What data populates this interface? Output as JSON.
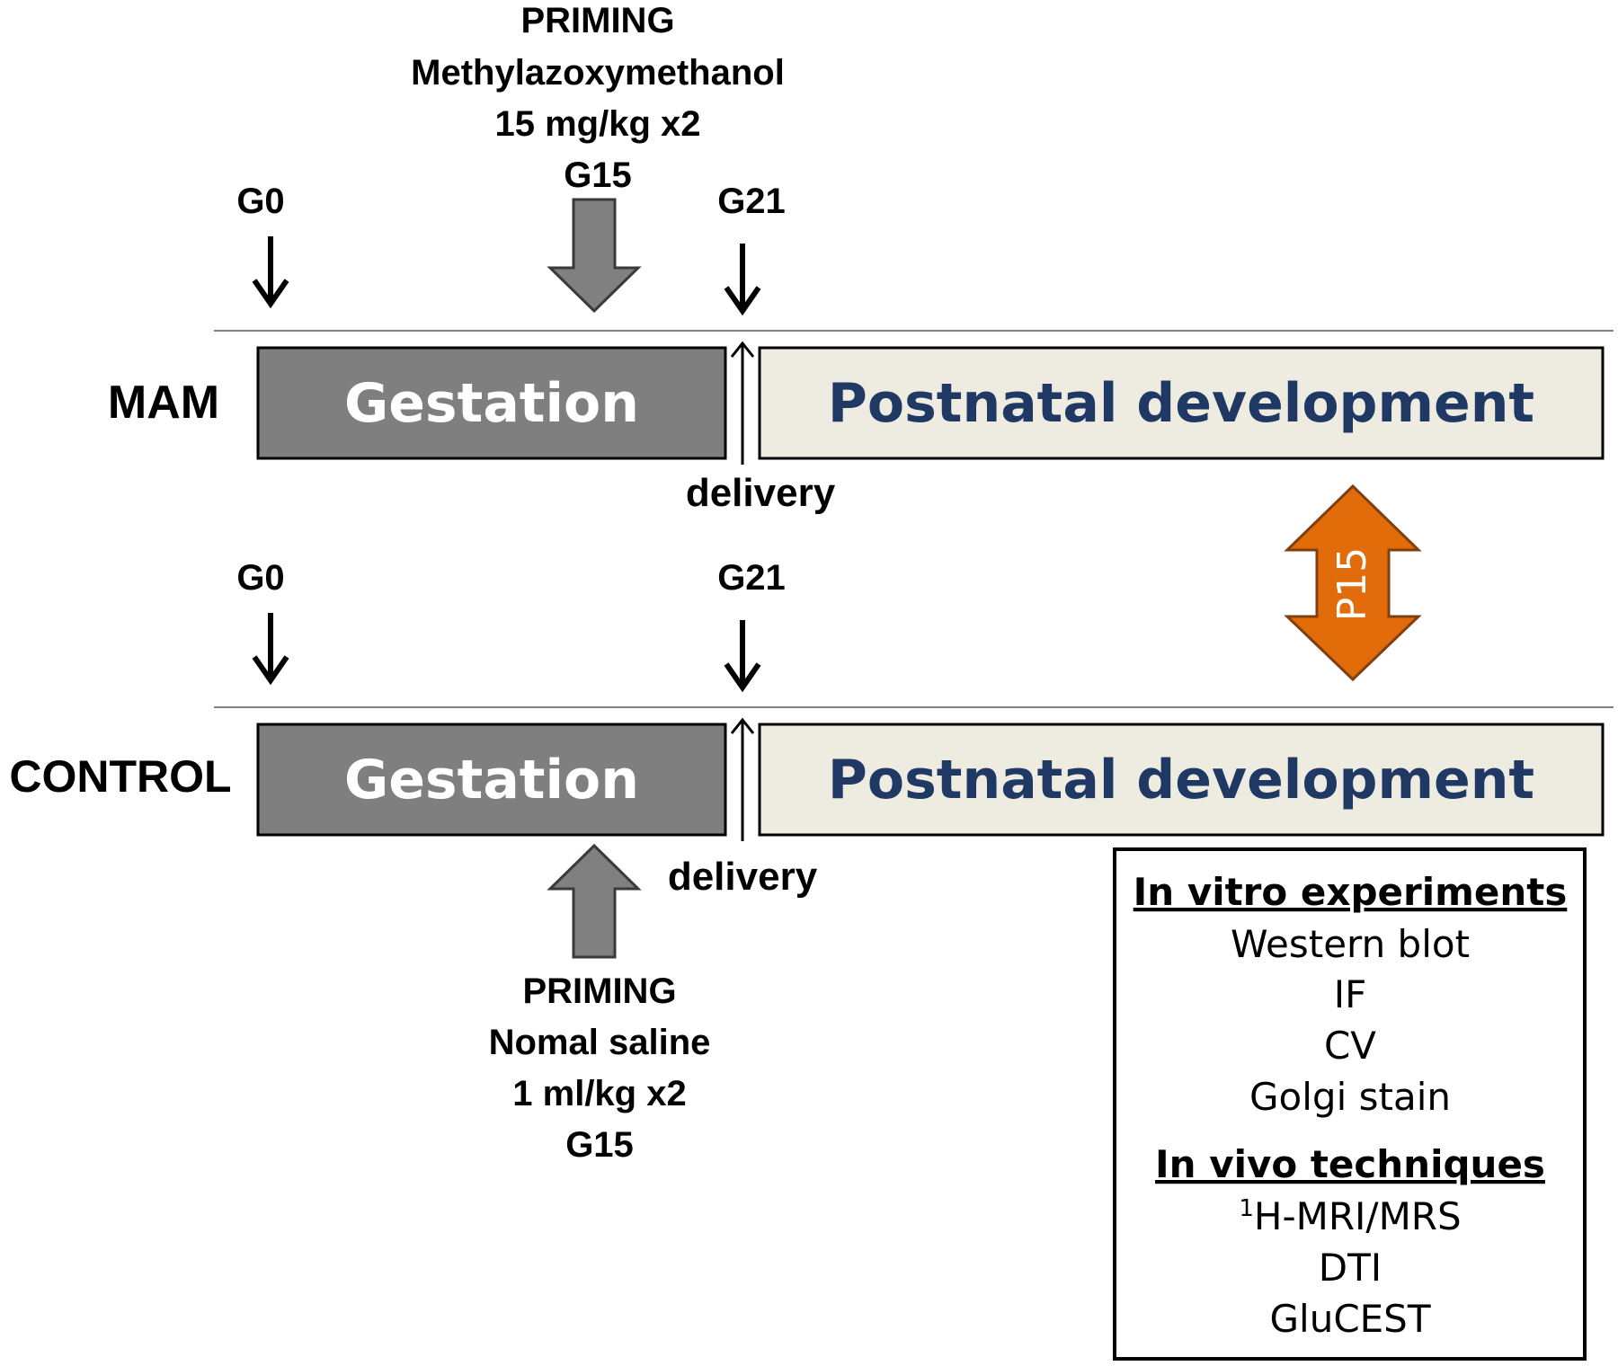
{
  "mam": {
    "label": "MAM",
    "label_color": "#ee1c24",
    "priming": {
      "title": "PRIMING",
      "agent": "Methylazoxymethanol",
      "dose": "15 mg/kg x2",
      "day": "G15"
    },
    "g0": "G0",
    "g21": "G21",
    "gestation": "Gestation",
    "postnatal": "Postnatal development",
    "delivery": "delivery"
  },
  "control": {
    "label": "CONTROL",
    "label_color": "#1a73c7",
    "priming": {
      "title": "PRIMING",
      "agent": "Nomal saline",
      "dose": "1 ml/kg x2",
      "day": "G15"
    },
    "g0": "G0",
    "g21": "G21",
    "gestation": "Gestation",
    "postnatal": "Postnatal development",
    "delivery": "delivery"
  },
  "p15": {
    "label": "P15",
    "color": "#e36c0a"
  },
  "colors": {
    "gestation_fill": "#7f7f7f",
    "postnatal_fill": "#eeece1",
    "postnatal_text": "#1f3864",
    "priming_arrow": "#808080"
  },
  "methods": {
    "in_vitro_title": "In vitro experiments",
    "in_vitro_items": [
      "Western blot",
      "IF",
      "CV",
      "Golgi  stain"
    ],
    "in_vivo_title": "In vivo techniques",
    "in_vivo_sup": "1",
    "in_vivo_items": [
      "H-MRI/MRS",
      "DTI",
      "GluCEST"
    ]
  }
}
